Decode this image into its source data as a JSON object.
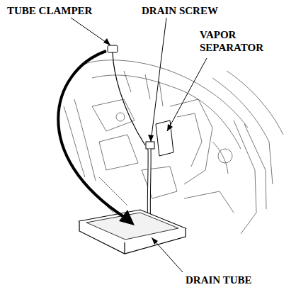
{
  "diagram": {
    "labels": [
      "TUBE CLAMPER",
      "DRAIN SCREW",
      "VAPOR SEPARATOR",
      "DRAIN TUBE"
    ]
  }
}
